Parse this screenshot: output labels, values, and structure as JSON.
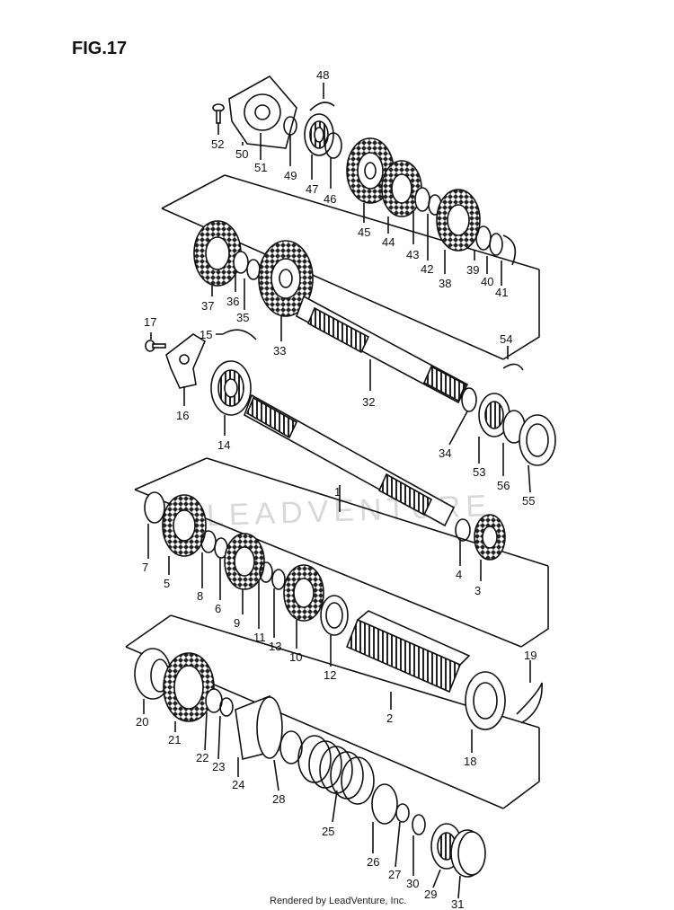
{
  "figure": {
    "title": "FIG.17"
  },
  "footer": {
    "credit": "Rendered by LeadVenture, Inc."
  },
  "watermark": {
    "text": "LEADVENTURE"
  },
  "callouts": {
    "p1": "1",
    "p2": "2",
    "p3": "3",
    "p4": "4",
    "p5": "5",
    "p6": "6",
    "p7": "7",
    "p8": "8",
    "p9": "9",
    "p10": "10",
    "p11": "11",
    "p12": "12",
    "p13": "13",
    "p14": "14",
    "p15": "15",
    "p16": "16",
    "p17": "17",
    "p18": "18",
    "p19": "19",
    "p20": "20",
    "p21": "21",
    "p22": "22",
    "p23": "23",
    "p24": "24",
    "p25": "25",
    "p26": "26",
    "p27": "27",
    "p28": "28",
    "p29": "29",
    "p30": "30",
    "p31": "31",
    "p32": "32",
    "p33": "33",
    "p34": "34",
    "p35": "35",
    "p36": "36",
    "p37": "37",
    "p38": "38",
    "p39": "39",
    "p40": "40",
    "p41": "41",
    "p42": "42",
    "p43": "43",
    "p44": "44",
    "p45": "45",
    "p46": "46",
    "p47": "47",
    "p48": "48",
    "p49": "49",
    "p50": "50",
    "p51": "51",
    "p52": "52",
    "p53": "53",
    "p54": "54",
    "p55": "55",
    "p56": "56"
  },
  "colors": {
    "ink": "#111111",
    "paper": "#ffffff",
    "watermark": "#d8d8d8"
  }
}
